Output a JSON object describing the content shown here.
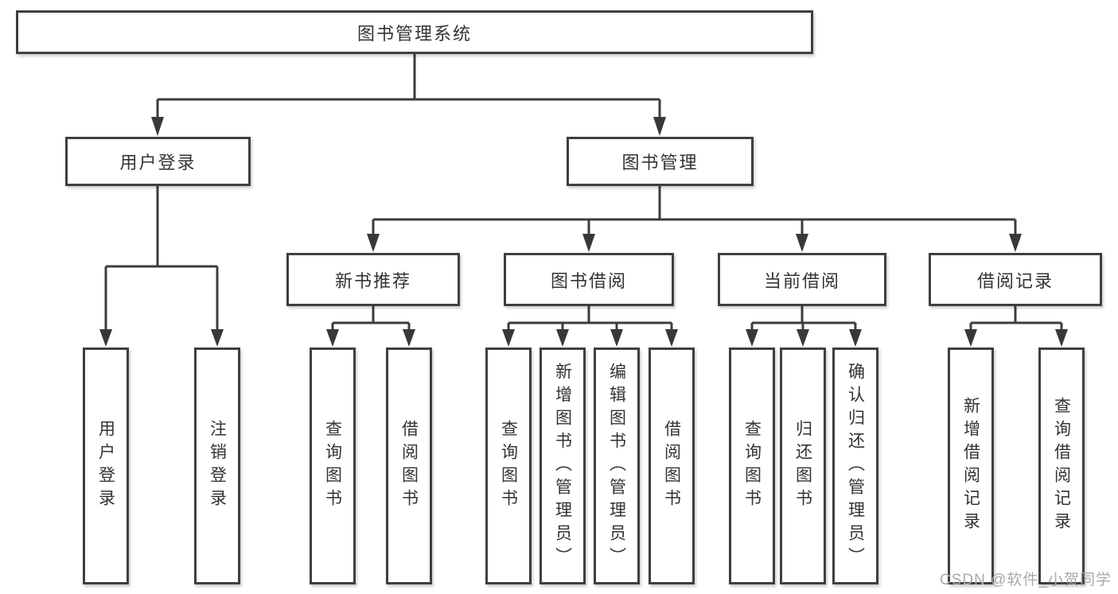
{
  "diagram": {
    "title": "图书管理系统",
    "nodes": {
      "root": {
        "label": "图书管理系统"
      },
      "level2": [
        {
          "label": "用户登录"
        },
        {
          "label": "图书管理"
        }
      ],
      "level3": [
        {
          "label": "新书推荐",
          "parent": "图书管理"
        },
        {
          "label": "图书借阅",
          "parent": "图书管理"
        },
        {
          "label": "当前借阅",
          "parent": "图书管理"
        },
        {
          "label": "借阅记录",
          "parent": "图书管理"
        }
      ],
      "leaves": [
        {
          "label": "用户登录",
          "parent": "用户登录"
        },
        {
          "label": "注销登录",
          "parent": "用户登录"
        },
        {
          "label": "查询图书",
          "parent": "新书推荐"
        },
        {
          "label": "借阅图书",
          "parent": "新书推荐"
        },
        {
          "label": "查询图书",
          "parent": "图书借阅"
        },
        {
          "label": "新增图书（管理员）",
          "parent": "图书借阅"
        },
        {
          "label": "编辑图书（管理员）",
          "parent": "图书借阅"
        },
        {
          "label": "借阅图书",
          "parent": "图书借阅"
        },
        {
          "label": "查询图书",
          "parent": "当前借阅"
        },
        {
          "label": "归还图书",
          "parent": "当前借阅"
        },
        {
          "label": "确认归还（管理员）",
          "parent": "当前借阅"
        },
        {
          "label": "新增借阅记录",
          "parent": "借阅记录"
        },
        {
          "label": "查询借阅记录",
          "parent": "借阅记录"
        }
      ]
    },
    "colors": {
      "line": "#3c3c3c",
      "box_border": "#3f3f3f",
      "box_fill": "#ffffff",
      "text": "#333333",
      "watermark": "#a9a9a9",
      "background": "#ffffff"
    }
  },
  "watermark": "CSDN @软件_小贺同学"
}
